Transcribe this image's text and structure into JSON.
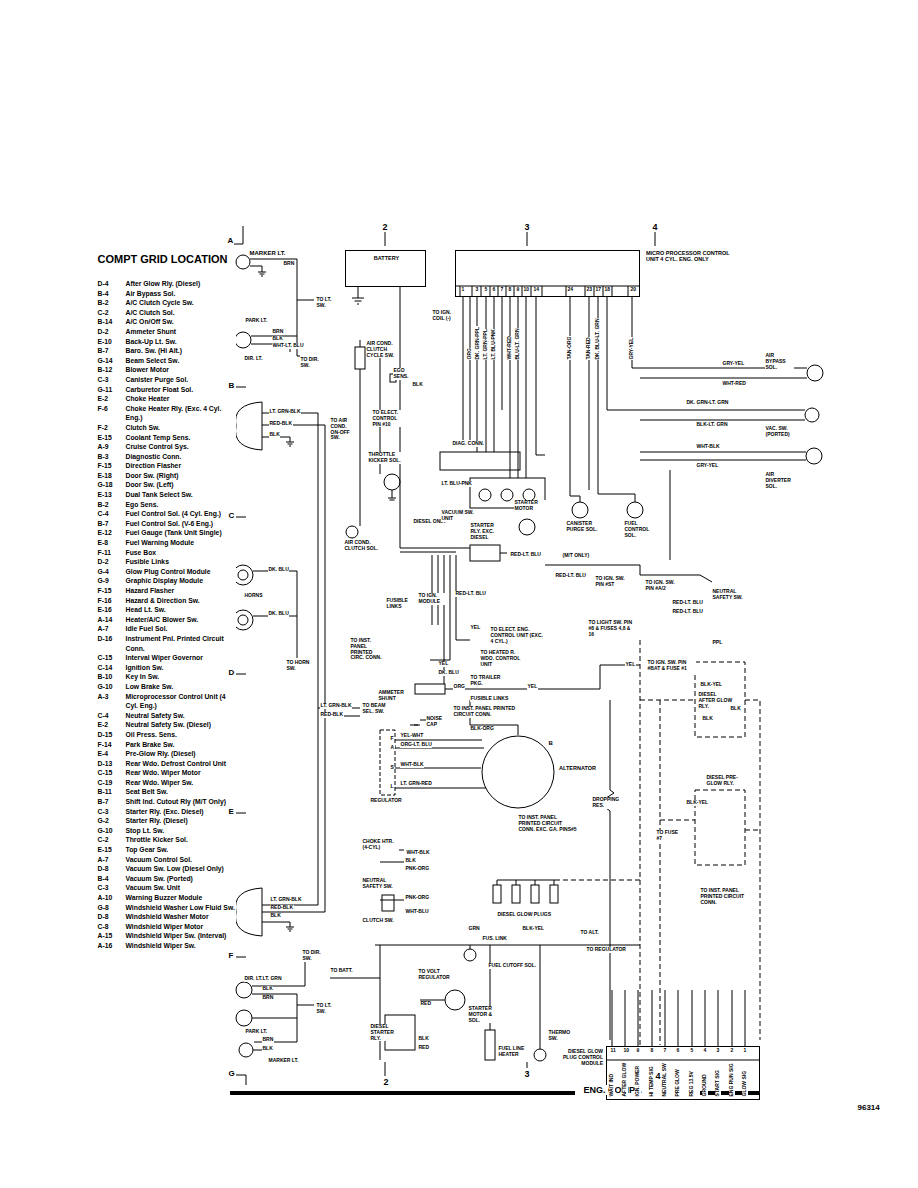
{
  "diagram": {
    "title": "COMPT GRID LOCATION",
    "nodes": [
      {
        "text": [
          "MICRO PROCESSOR CONTROL UNIT 4 CYL. ENG. ONLY"
        ]
      },
      {
        "text": [
          "BATTERY"
        ]
      },
      {
        "text": [
          "DIESEL GLOW PLUG CONTROL MODULE"
        ]
      },
      {
        "text": [
          "ALTERNATOR"
        ]
      }
    ],
    "labels": [
      "D-4",
      "After Glow Rly. (Diesel)",
      "B-4",
      "Air Bypass Sol.",
      "B-2",
      "A/C Clutch Cycle Sw.",
      "C-2",
      "A/C Clutch Sol.",
      "B-14",
      "A/C On/Off Sw.",
      "D-2",
      "Ammeter Shunt",
      "E-10",
      "Back-Up Lt. Sw.",
      "B-7",
      "Baro. Sw. (Hi Alt.)",
      "G-14",
      "Beam Select Sw.",
      "B-12",
      "Blower Motor",
      "C-3",
      "Canister Purge Sol.",
      "G-11",
      "Carburetor Float Sol.",
      "E-2",
      "Choke Heater",
      "F-6",
      "Choke Heater Rly. (Exc. 4 Cyl. Eng.)",
      "F-2",
      "Clutch Sw.",
      "E-15",
      "Coolant Temp Sens.",
      "A-9",
      "Cruise Control Sys.",
      "B-3",
      "Diagnostic Conn.",
      "F-15",
      "Direction Flasher",
      "E-18",
      "Door Sw. (Right)",
      "G-18",
      "Door Sw. (Left)",
      "E-13",
      "Dual Tank Select Sw.",
      "B-2",
      "Ego Sens.",
      "C-4",
      "Fuel Control Sol. (4 Cyl. Eng.)",
      "B-7",
      "Fuel Control Sol. (V-6 Eng.)",
      "E-12",
      "Fuel Gauge (Tank Unit Single)",
      "E-8",
      "Fuel Warning Module",
      "F-11",
      "Fuse Box",
      "D-2",
      "Fusible Links",
      "G-4",
      "Glow Plug Control Module",
      "G-9",
      "Graphic Display Module",
      "F-15",
      "Hazard Flasher",
      "F-16",
      "Hazard & Direction Sw.",
      "E-16",
      "Head Lt. Sw.",
      "A-14",
      "Heater/A/C Blower Sw.",
      "A-7",
      "Idle Fuel Sol.",
      "D-16",
      "Instrument Pnl. Printed Circuit Conn.",
      "C-15",
      "Interval Wiper Governor",
      "C-14",
      "Ignition Sw.",
      "B-10",
      "Key In Sw.",
      "G-10",
      "Low Brake Sw.",
      "A-3",
      "Microprocessor Control Unit (4 Cyl. Eng.)",
      "C-4",
      "Neutral Safety Sw.",
      "E-2",
      "Neutral Safety Sw. (Diesel)",
      "D-15",
      "Oil Press. Sens.",
      "F-14",
      "Park Brake Sw.",
      "E-4",
      "Pre-Glow Rly. (Diesel)",
      "D-13",
      "Rear Wdo. Defrost Control Unit",
      "C-15",
      "Rear Wdo. Wiper Motor",
      "C-19",
      "Rear Wdo. Wiper Sw.",
      "B-11",
      "Seat Belt Sw.",
      "B-7",
      "Shift Ind. Cutout Rly (M/T Only)",
      "C-3",
      "Starter Rly. (Exc. Diesel)",
      "G-2",
      "Starter Rly. (Diesel)",
      "G-10",
      "Stop Lt. Sw.",
      "C-2",
      "Throttle Kicker Sol.",
      "E-15",
      "Top Gear Sw.",
      "A-7",
      "Vacuum Control Sol.",
      "D-8",
      "Vacuum Sw. Low (Diesel Only)",
      "B-4",
      "Vacuum Sw. (Ported)",
      "C-3",
      "Vacuum Sw. Unit",
      "A-10",
      "Warning Buzzer Module",
      "G-8",
      "Windshield Washer Low Fluid Sw.",
      "D-8",
      "Windshield Washer Motor",
      "C-8",
      "Windshield Wiper Motor",
      "A-15",
      "Windshield Wiper Sw. (Interval)",
      "A-16",
      "Windshield Wiper Sw.",
      "A",
      "B",
      "C",
      "D",
      "E",
      "F",
      "G",
      "2",
      "3",
      "4",
      "2",
      "3",
      "4",
      "ENG. COMPT.",
      "96314",
      "MARKER LT.",
      "BRN",
      "TO LT. SW.",
      "PARK LT.",
      "BRN",
      "BLK",
      "WHT-LT. BLU",
      "DIR. LT.",
      "TO DIR. SW.",
      "LT. GRN-BLK",
      "RED-BLK",
      "BLK",
      "DK. BLU",
      "HORNS",
      "DK. BLU",
      "TO HORN SW.",
      "LT. GRN-BLK",
      "RED-BLK",
      "TO BEAM SEL. SW.",
      "LT. GRN-BLK",
      "RED-BLK",
      "BLK",
      "TO DIR. SW.",
      "DIR. LT.",
      "LT. GRN",
      "BLK",
      "BRN",
      "PARK LT.",
      "TO LT. SW.",
      "BRN",
      "BLK",
      "MARKER LT.",
      "AIR COND. CLUTCH CYCLE SW.",
      "EGO SENS.",
      "BLK",
      "TO ELECT. CONTROL PIN #10",
      "TO AIR COND. ON-OFF SW.",
      "THROTTLE KICKER SOL.",
      "DIESEL ONLY",
      "AIR COND. CLUTCH SOL.",
      "STARTER RLY. EXC. DIESEL",
      "STARTER MOTOR",
      "RED-LT. BLU",
      "(M/T ONLY)",
      "RED-LT. BLU",
      "TO IGN. SW. PIN #ST",
      "TO IGN. MODULE",
      "RED-LT. BLU",
      "FUSIBLE LINKS",
      "TO IGN. SW. PIN #A/2",
      "NEUTRAL SAFETY SW.",
      "RED-LT. BLU",
      "RED-LT. BLU",
      "TO LIGHT SW. PIN #8 & FUSES 4,8 & 16",
      "YEL",
      "TO ELECT. ENG. CONTROL UNIT (EXC. 4 CYL.)",
      "TO HEATED R. WDO. CONTROL UNIT",
      "TO INST. PANEL PRINTED CIRC. CONN.",
      "YEL",
      "TO IGN. SW. PIN #BAT & FUSE #1",
      "YEL",
      "DK. BLU",
      "TO TRAILER PKG.",
      "PPL",
      "AMMETER SHUNT",
      "ORG",
      "YEL",
      "FUSIBLE LINKS",
      "TO INST. PANEL PRINTED CIRCUIT CONN.",
      "NOISE CAP",
      "BLK-ORG",
      "BLK-YEL",
      "DIESEL AFTER GLOW RLY.",
      "BLK",
      "BLK",
      "F",
      "YEL-WHT",
      "A",
      "ORG-LT. BLU",
      "B",
      "S",
      "WHT-BLK",
      "L",
      "LT. GRN-RED",
      "REGULATOR",
      "DROPPING RES.",
      "TO INST. PANEL PRINTED CIRCUIT CONN. EXC. GA. PINS#5",
      "BLK-YEL",
      "DIESEL PRE-GLOW RLY.",
      "CHOKE HTR. (4-CYL)",
      "WHT-BLK",
      "TO FUSE #7",
      "BLK",
      "PNK-ORG",
      "NEUTRAL SAFETY SW.",
      "DIESEL GLOW PLUGS",
      "PNK-ORG",
      "WHT-BLU",
      "CLUTCH SW.",
      "TO INST. PANEL PRINTED CIRCUIT CONN.",
      "GRN",
      "FUS. LINK",
      "BLK-YEL",
      "TO ALT.",
      "TO REGULATOR",
      "FUEL CUTOFF SOL.",
      "TO BATT.",
      "TO VOLT REGULATOR",
      "RED",
      "STARTER MOTOR & SOL.",
      "BLK",
      "RED",
      "DIESEL STARTER RLY.",
      "FUEL LINE HEATER",
      "THERMO SW.",
      "GRY-YEL",
      "WHT-RED",
      "AIR BYPASS SOL.",
      "DK. GRN-LT. GRN",
      "BLK-LT. GRN",
      "VAC. SW. (PORTED)",
      "WHT-BLK",
      "GRY-YEL",
      "AIR DIVERTER SOL.",
      "CANISTER PURGE SOL.",
      "FUEL CONTROL SOL.",
      "LT. BLU-PNK",
      "VACUUM SW. UNIT",
      "DIAG. CONN.",
      "TO IGN. COIL (-)",
      "1",
      "3",
      "5",
      "6",
      "7",
      "8",
      "9",
      "10",
      "14",
      "24",
      "23",
      "17",
      "18",
      "20",
      "ORG",
      "DK. GRN-PPL",
      "LT. GRN-PPL",
      "LT. BLU-PNK",
      "WHT-RED",
      "BLU-LT. GRN",
      "TAN-ORG",
      "TAN-RED",
      "DK. BLU-LT. GRN",
      "GRY-YEL",
      "11",
      "10",
      "9",
      "8",
      "7",
      "6",
      "5",
      "4",
      "3",
      "2",
      "1",
      "WAIT IND",
      "AFTER GLOW",
      "IGN. POWER",
      "HI TEMP SIG",
      "NEUTRAL SW",
      "PRE GLOW",
      "REG 13.5V",
      "GROUND",
      "START SIG",
      "ENG RUN SIG",
      "GLOW SIG"
    ]
  }
}
